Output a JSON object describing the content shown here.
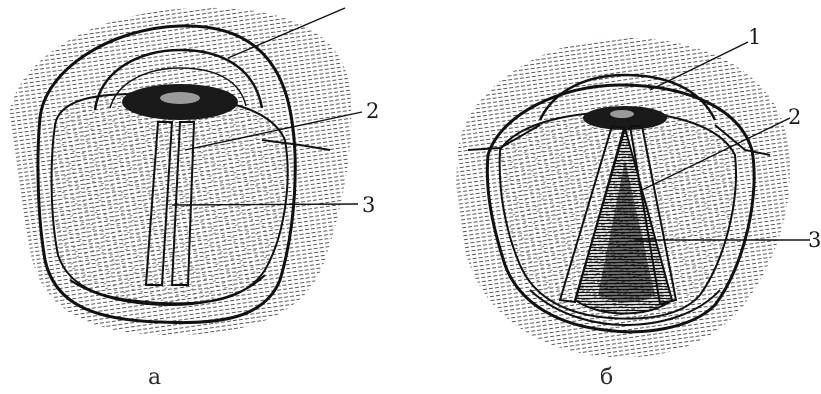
{
  "panels": [
    {
      "caption": "а",
      "callouts": [
        "2",
        "3"
      ]
    },
    {
      "caption": "б",
      "callouts": [
        "1",
        "2",
        "3"
      ]
    }
  ],
  "colors": {
    "ink": "#111111",
    "paper": "#ffffff",
    "shade": "#555555"
  }
}
